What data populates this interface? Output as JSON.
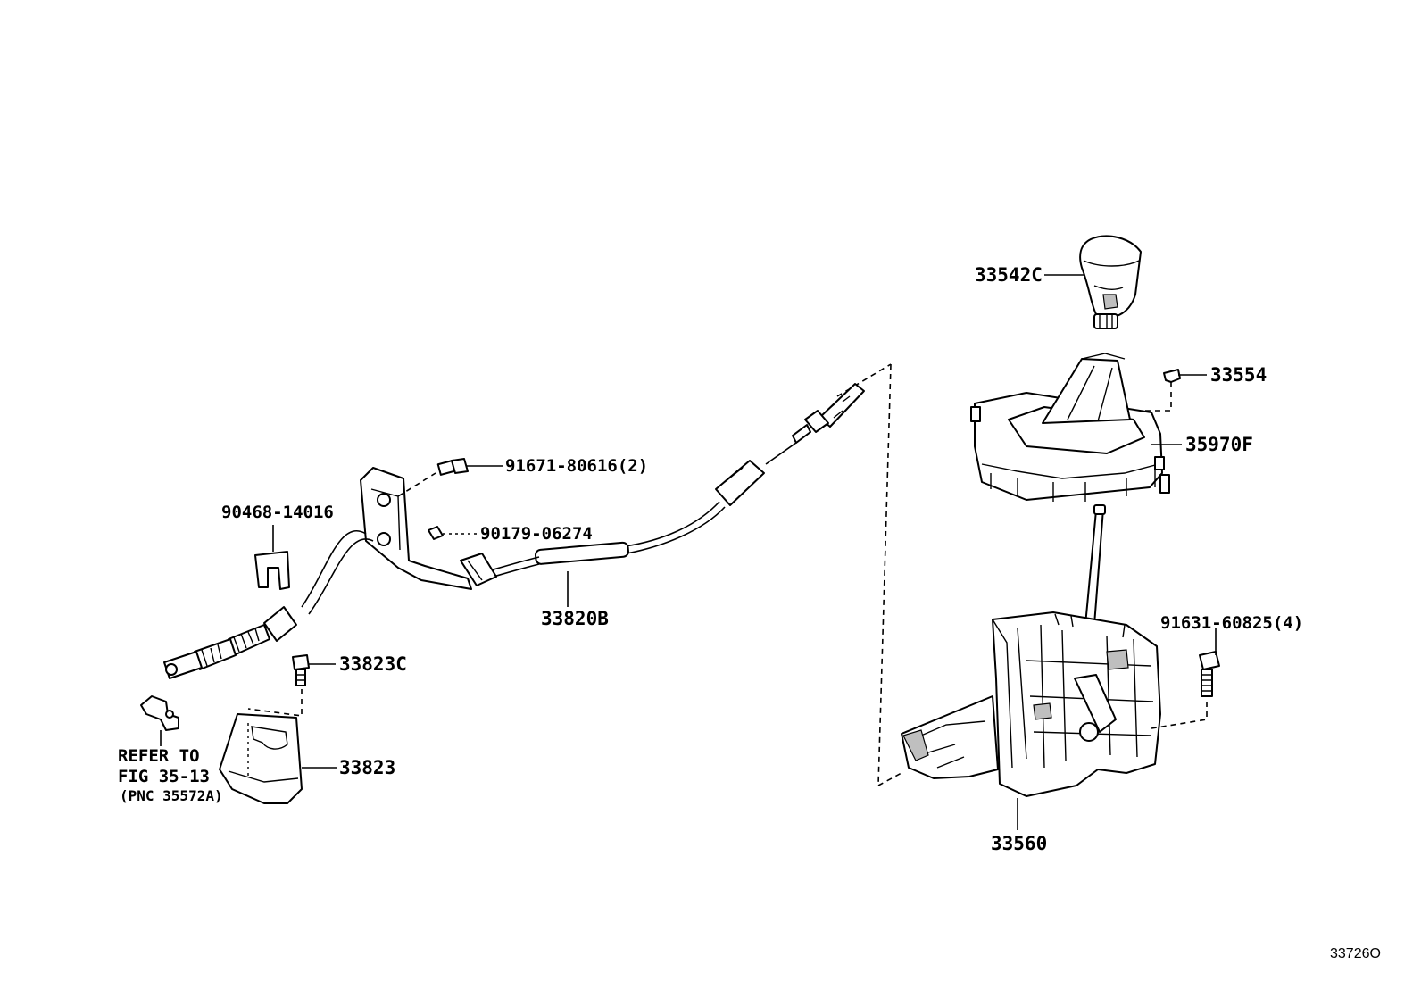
{
  "parts": [
    {
      "id": "shift-knob",
      "label": "33542C"
    },
    {
      "id": "knob-clip",
      "label": "33554"
    },
    {
      "id": "indicator-housing",
      "label": "35970F"
    },
    {
      "id": "shifter-bolt",
      "label": "91631-60825(4)"
    },
    {
      "id": "shift-lever-assembly",
      "label": "33560"
    },
    {
      "id": "bracket-bolt",
      "label": "91671-80616(2)"
    },
    {
      "id": "small-clip",
      "label": "90179-06274"
    },
    {
      "id": "retainer-clip",
      "label": "90468-14016"
    },
    {
      "id": "shift-cable",
      "label": "33820B"
    },
    {
      "id": "cover-bolt",
      "label": "33823C"
    },
    {
      "id": "cable-cover",
      "label": "33823"
    }
  ],
  "reference": {
    "line1": "REFER TO",
    "line2": "FIG 35-13",
    "line3": "(PNC 35572A)"
  },
  "diagram_id": "33726O"
}
